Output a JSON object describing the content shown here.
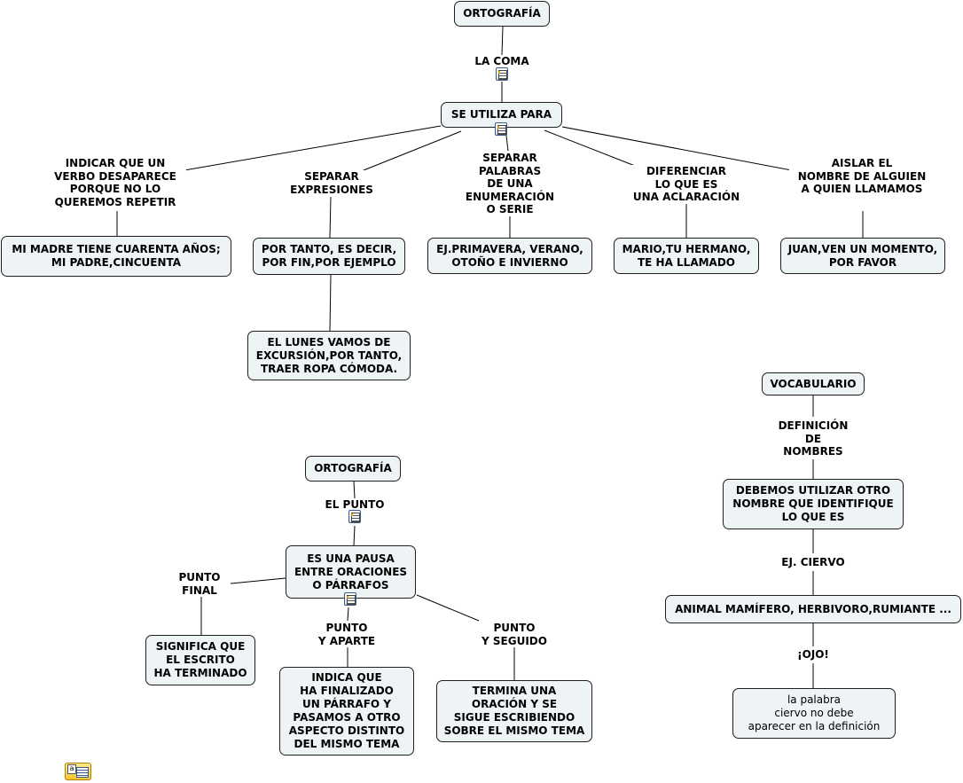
{
  "map1": {
    "root": "ORTOGRAFÍA",
    "link_root": "LA COMA",
    "hub": "SE UTILIZA PARA",
    "branches": [
      {
        "label": "INDICAR QUE UN\nVERBO DESAPARECE\nPORQUE NO LO\nQUEREMOS REPETIR",
        "example": "MI MADRE TIENE CUARENTA AÑOS;\nMI PADRE,CINCUENTA"
      },
      {
        "label": "SEPARAR\nEXPRESIONES",
        "example": "POR TANTO, ES DECIR,\nPOR FIN,POR EJEMPLO",
        "sub_example": "EL LUNES VAMOS DE\nEXCURSIÓN,POR TANTO,\nTRAER ROPA CÓMODA."
      },
      {
        "label": "SEPARAR\nPALABRAS\nDE UNA\nENUMERACIÓN\nO SERIE",
        "example": "EJ.PRIMAVERA, VERANO,\nOTOÑO E INVIERNO"
      },
      {
        "label": "DIFERENCIAR\nLO QUE ES\nUNA ACLARACIÓN",
        "example": "MARIO,TU HERMANO,\nTE HA LLAMADO"
      },
      {
        "label": "AISLAR EL\nNOMBRE DE ALGUIEN\nA QUIEN LLAMAMOS",
        "example": "JUAN,VEN UN MOMENTO,\nPOR FAVOR"
      }
    ]
  },
  "map2": {
    "root": "ORTOGRAFÍA",
    "link_root": "EL PUNTO",
    "hub": "ES UNA PAUSA\nENTRE ORACIONES\nO PÁRRAFOS",
    "branches": [
      {
        "label": "PUNTO\nFINAL",
        "example": "SIGNIFICA QUE\nEL ESCRITO\nHA TERMINADO"
      },
      {
        "label": "PUNTO\nY APARTE",
        "example": "INDICA QUE\nHA FINALIZADO\nUN PÁRRAFO Y\nPASAMOS A OTRO\nASPECTO DISTINTO\nDEL MISMO TEMA"
      },
      {
        "label": "PUNTO\nY SEGUIDO",
        "example": "TERMINA UNA\nORACIÓN Y SE\nSIGUE ESCRIBIENDO\nSOBRE EL MISMO TEMA"
      }
    ]
  },
  "map3": {
    "root": "VOCABULARIO",
    "link_root": "DEFINICIÓN\nDE\nNOMBRES",
    "hub": "DEBEMOS UTILIZAR OTRO\nNOMBRE QUE IDENTIFIQUE\nLO QUE ES",
    "link_example": "EJ. CIERVO",
    "example": "ANIMAL MAMÍFERO, HERBIVORO,RUMIANTE ...",
    "link_note": "¡OJO!",
    "note": "la palabra\nciervo no debe\naparecer en la definición"
  },
  "icons": {
    "annotation": "document-icon",
    "note": "note-icon"
  },
  "colors": {
    "node_fill": "#eef3f6",
    "node_border": "#1f1f1f",
    "link": "#000000"
  }
}
